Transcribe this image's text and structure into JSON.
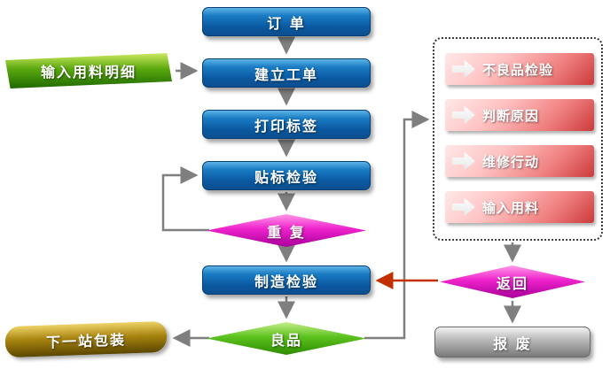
{
  "nodes": {
    "order": {
      "label": "订  单"
    },
    "input_material_detail": {
      "label": "输入用料明细"
    },
    "create_work_order": {
      "label": "建立工单"
    },
    "print_label": {
      "label": "打印标签"
    },
    "label_inspection": {
      "label": "贴标检验"
    },
    "repeat": {
      "label": "重  复"
    },
    "manufacturing_inspection": {
      "label": "制造检验"
    },
    "next_station_packaging": {
      "label": "下一站包装"
    },
    "good_product": {
      "label": "良品"
    },
    "return_decision": {
      "label": "返回"
    },
    "scrap": {
      "label": "报  废"
    }
  },
  "repair_panel": {
    "items": [
      {
        "label": "不良品检验"
      },
      {
        "label": "判断原因"
      },
      {
        "label": "维修行动"
      },
      {
        "label": "输入用料"
      }
    ]
  },
  "colors": {
    "process_blue": "#0a58a0",
    "decision_magenta": "#ee22cc",
    "decision_green": "#5cc21e",
    "input_green": "#5aa80e",
    "packaging_olive": "#a88410",
    "repair_pink": "#f08080",
    "scrap_gray": "#bcbcbc",
    "connector_gray": "#7f7f7f",
    "connector_red": "#c23000"
  }
}
